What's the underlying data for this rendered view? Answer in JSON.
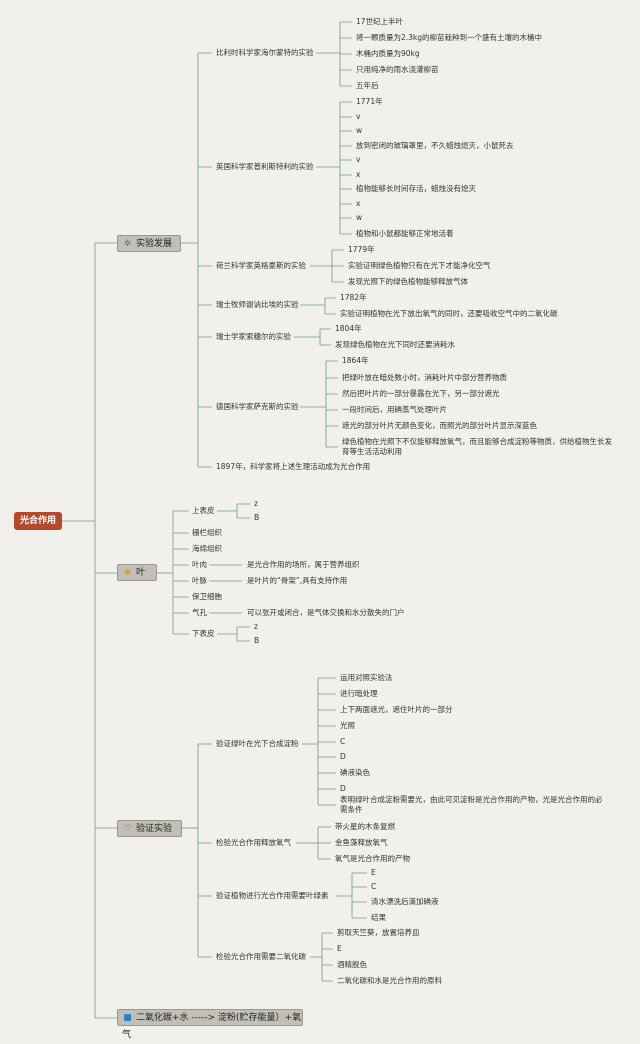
{
  "root": "光合作用",
  "categories": {
    "c1": {
      "label": "实验发展",
      "icon": "gear-icon"
    },
    "c2": {
      "label": "叶",
      "icon": "leaf-icon"
    },
    "c3": {
      "label": "验证实验",
      "icon": "heart-icon"
    },
    "c4": {
      "label": "二氧化碳+水 -----> 淀粉(贮存能量）+氧气",
      "icon": "square-icon"
    }
  },
  "dev": {
    "helmont": {
      "label": "比利时科学家海尔蒙特的实验",
      "items": [
        "17世纪上半叶",
        "将一颗质量为2.3kg的柳苗栽种到一个盛有土壤的木桶中",
        "木桶内质量为90kg",
        "只用纯净的雨水浇灌柳苗",
        "五年后"
      ]
    },
    "priestley": {
      "label": "英国科学家普利斯特利的实验",
      "items": [
        "1771年",
        "v",
        "w",
        "放到密闭的玻璃罩里，不久蜡烛熄灭，小鼠死去",
        "v",
        "x",
        "植物能够长时间存活，蜡烛没有熄灭",
        "x",
        "w",
        "植物和小鼠都能够正常地活着"
      ]
    },
    "ingenhousz": {
      "label": "荷兰科学家英格豪斯的实验",
      "items": [
        "1779年",
        "实验证明绿色植物只有在光下才能净化空气",
        "发现光照下的绿色植物能够释放气体"
      ]
    },
    "senebier": {
      "label": "瑞士牧师谢讷比埃的实验",
      "items": [
        "1782年",
        "实验证明植物在光下放出氧气的同时，还要吸收空气中的二氧化碳"
      ]
    },
    "saussure": {
      "label": "瑞士学家索穗尔的实验",
      "items": [
        "1804年",
        "发现绿色植物在光下同时还要消耗水"
      ]
    },
    "sachs": {
      "label": "德国科学家萨克斯的实验",
      "items": [
        "1864年",
        "把绿叶放在暗处数小时，消耗叶片中部分营养物质",
        "然后把叶片的一部分暴露在光下，另一部分遮光",
        "一段时间后，用碘蒸气处理叶片",
        "遮光的部分叶片无颜色变化，而照光的部分叶片显示深蓝色",
        "绿色植物在光照下不仅能够释放氧气，而且能够合成淀粉等物质，供给植物生长发育等生活活动利用"
      ]
    },
    "conclusion": "1897年，科学家将上述生理活动成为光合作用"
  },
  "leaf": {
    "upper": {
      "label": "上表皮",
      "items": [
        "z",
        "B"
      ]
    },
    "palisade": "栅栏组织",
    "spongy": "海绵组织",
    "mesophyll": {
      "label": "叶肉",
      "desc": "是光合作用的场所，属于营养组织"
    },
    "vein": {
      "label": "叶脉",
      "desc": "是叶片的“骨架”,具有支持作用"
    },
    "guard": "保卫细胞",
    "stoma": {
      "label": "气孔",
      "desc": "可以张开或闭合，是气体交换和水分散失的门户"
    },
    "lower": {
      "label": "下表皮",
      "items": [
        "z",
        "B"
      ]
    }
  },
  "verify": {
    "starch": {
      "label": "验证绿叶在光下合成淀粉",
      "items": [
        "运用对照实验法",
        "进行暗处理",
        "上下两面遮光，遮住叶片的一部分",
        "光照",
        "C",
        "D",
        "碘液染色",
        "D",
        "表明绿叶合成淀粉需要光，由此可见淀粉是光合作用的产物，光是光合作用的必需条件"
      ]
    },
    "oxygen": {
      "label": "检验光合作用释放氧气",
      "items": [
        "带火星的木条复燃",
        "金鱼藻释放氧气",
        "氧气是光合作用的产物"
      ]
    },
    "chlorophyll": {
      "label": "验证植物进行光合作用需要叶绿素",
      "items": [
        "E",
        "C",
        "清水漂洗后滴加碘液",
        "结果"
      ]
    },
    "co2": {
      "label": "检验光合作用需要二氧化碳",
      "items": [
        "剪取天竺葵，放置培养皿",
        "E",
        "酒精脱色",
        "二氧化碳和水是光合作用的原料"
      ]
    }
  },
  "colors": {
    "line": "#6f9a86",
    "root": "#b34a2a",
    "category": "#c2c0b6",
    "background": "#f1f0ec"
  }
}
